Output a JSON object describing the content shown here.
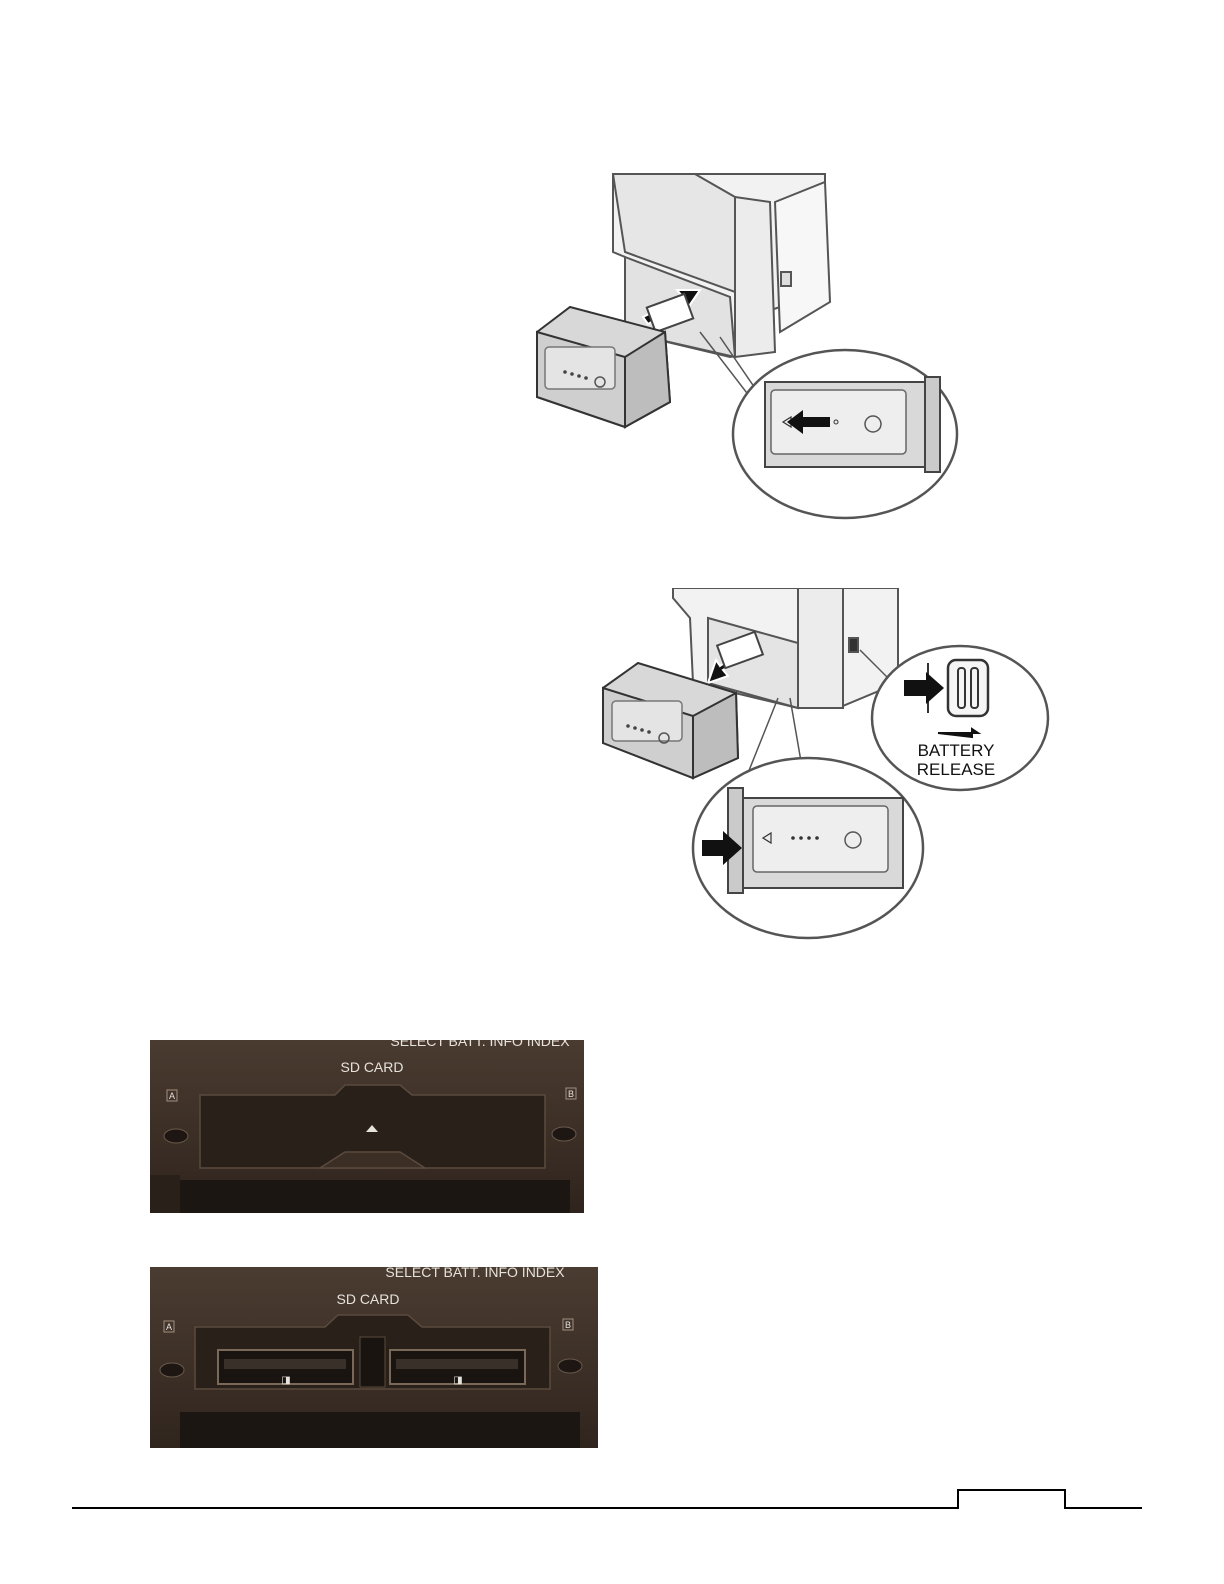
{
  "figure_insert": {
    "icon": "battery-insert-illustration"
  },
  "figure_release": {
    "icon": "battery-release-illustration",
    "callout_line1": "BATTERY",
    "callout_line2": "RELEASE"
  },
  "photo_closed": {
    "top_buttons": "SELECT  BATT. INFO  INDEX",
    "slot_label": "SD CARD",
    "slot_a": "A",
    "slot_b": "B",
    "colors": {
      "body": "#3a2e25",
      "panel": "#2a201a",
      "label": "#e6e2dc"
    }
  },
  "photo_open": {
    "top_buttons": "SELECT  BATT. INFO  INDEX",
    "slot_label": "SD CARD",
    "slot_a": "A",
    "slot_b": "B"
  }
}
